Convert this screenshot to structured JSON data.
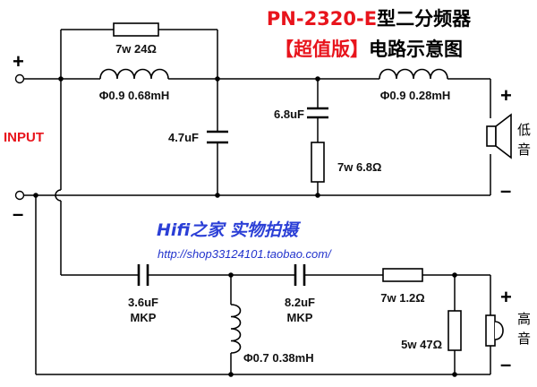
{
  "title": {
    "line1_prefix": "PN-2320-E",
    "line1_suffix": "型二分频器",
    "line2_bracketed": "【超值版】",
    "line2_suffix": "电路示意图",
    "color_red": "#e8141c"
  },
  "input": {
    "label": "INPUT",
    "plus": "+",
    "minus": "–",
    "label_color": "#e8141c"
  },
  "components": {
    "r_parallel": "7w  24Ω",
    "l_main": "Φ0.9  0.68mH",
    "c_shunt": "4.7uF",
    "c_notch": "6.8uF",
    "r_notch": "7w  6.8Ω",
    "l_woofer": "Φ0.9  0.28mH",
    "c_hp1_value": "3.6uF",
    "c_hp1_type": "MKP",
    "c_hp2_value": "8.2uF",
    "c_hp2_type": "MKP",
    "l_hp": "Φ0.7  0.38mH",
    "r_series": "7w  1.2Ω",
    "r_shunt": "5w 47Ω"
  },
  "outputs": {
    "woofer": {
      "label_line1": "低",
      "label_line2": "音",
      "plus": "+",
      "minus": "–"
    },
    "tweeter": {
      "label_line1": "高",
      "label_line2": "音",
      "plus": "+",
      "minus": "–"
    }
  },
  "watermark": {
    "text": "Hifi之家  实物拍摄",
    "url": "http://shop33124101.taobao.com/"
  }
}
